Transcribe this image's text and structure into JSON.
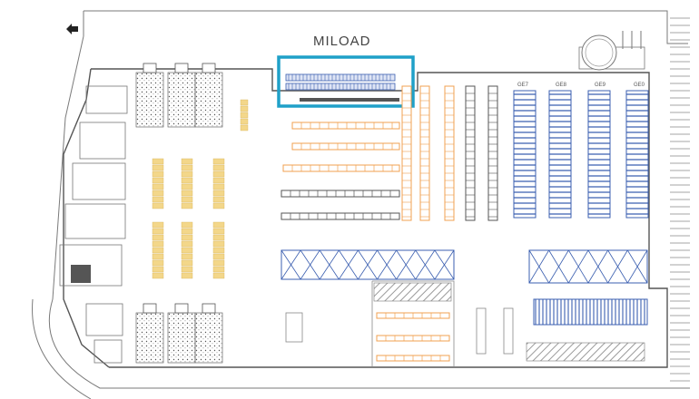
{
  "plan": {
    "title": "MILOAD",
    "column_labels": [
      "GE7",
      "GE8",
      "GE9",
      "GE0"
    ],
    "colors": {
      "highlight": "#1fa0c8",
      "rack_blue": "#3b5fb0",
      "rack_orange": "#f0a050",
      "dock_yellow": "#f3d78a",
      "wall": "#7a7a7a",
      "hatch": "#9a9a9a"
    }
  }
}
